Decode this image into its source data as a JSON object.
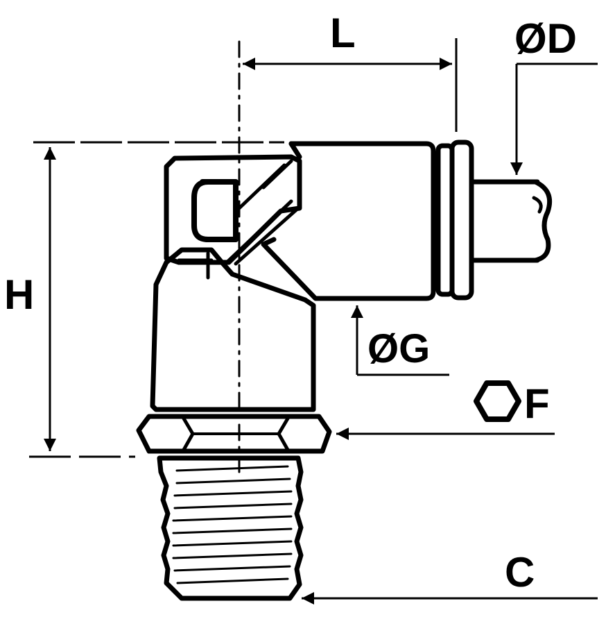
{
  "diagram": {
    "labels": {
      "length": "L",
      "height": "H",
      "tube_diameter": "ØD",
      "body_diameter": "ØG",
      "hex_size": "F",
      "thread": "C"
    },
    "colors": {
      "ink": "#000000",
      "paper": "#ffffff"
    }
  }
}
